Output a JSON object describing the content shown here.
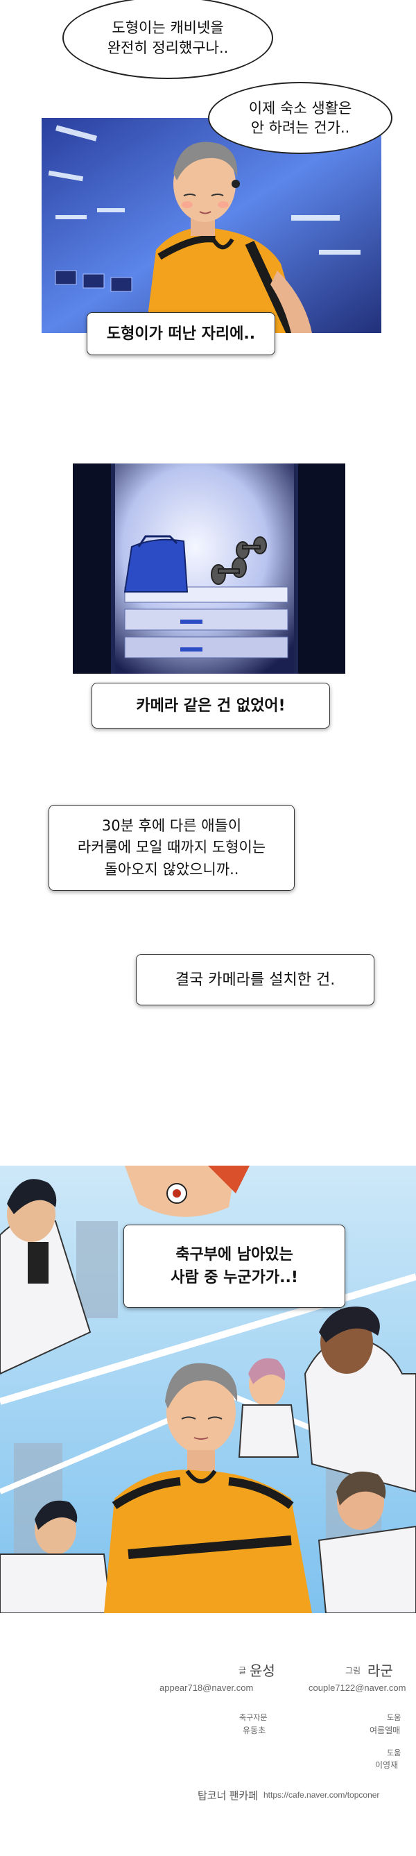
{
  "panel1": {
    "bubble_top": "도형이는 캐비넷을\n완전히 정리했구나..",
    "bubble_right": "이제 숙소 생활은\n안 하려는 건가..",
    "caption": "도형이가 떠난 자리에.."
  },
  "panel2": {
    "caption": "카메라 같은 건 없었어!"
  },
  "narration": {
    "box1": "30분 후에 다른 애들이\n라커룸에 모일 때까지 도형이는\n돌아오지 않았으니까..",
    "box2": "결국 카메라를 설치한 건."
  },
  "panel3": {
    "caption": "축구부에 남아있는\n사람 중 누군가가..!"
  },
  "credits": {
    "writer_role": "글",
    "writer_name": "윤성",
    "writer_email": "appear718@naver.com",
    "artist_role": "그림",
    "artist_name": "라군",
    "artist_email": "couple7122@naver.com",
    "advisor_role": "축구자문",
    "advisor_name": "유동초",
    "help1_role": "도움",
    "help1_name": "여름엘매",
    "help2_role": "도움",
    "help2_name": "이영재",
    "cafe_label": "탑코너 팬카페",
    "cafe_url": "https://cafe.naver.com/topconer"
  },
  "colors": {
    "jersey_orange": "#f2a21c",
    "jersey_black": "#1b1b1b",
    "locker_blue": "#2b4cc4",
    "sky_blue": "#7fc2ef"
  }
}
